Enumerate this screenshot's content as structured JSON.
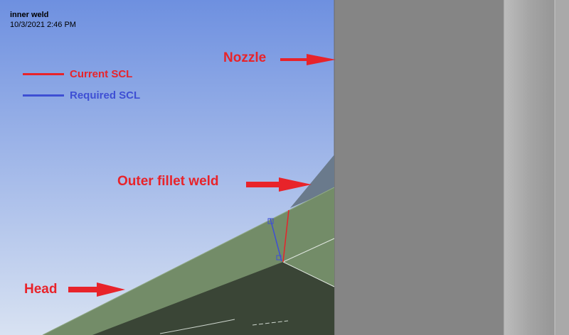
{
  "header": {
    "title": "inner weld",
    "timestamp": "10/3/2021 2:46 PM"
  },
  "legend": {
    "items": [
      {
        "label": "Current SCL",
        "color": "#e8232a"
      },
      {
        "label": "Required SCL",
        "color": "#3e4fd4"
      }
    ]
  },
  "annotations": {
    "nozzle": "Nozzle",
    "outer_fillet_weld": "Outer fillet weld",
    "head": "Head",
    "color": "#e8232a"
  },
  "colors": {
    "sky_top": "#6e90e0",
    "sky_bottom": "#d8e2f2",
    "nozzle_face": "#858585",
    "nozzle_edge": "#a8a8a8",
    "head": "#738c68",
    "weld": "#6a7a8c",
    "shadow": "#3a4536"
  }
}
